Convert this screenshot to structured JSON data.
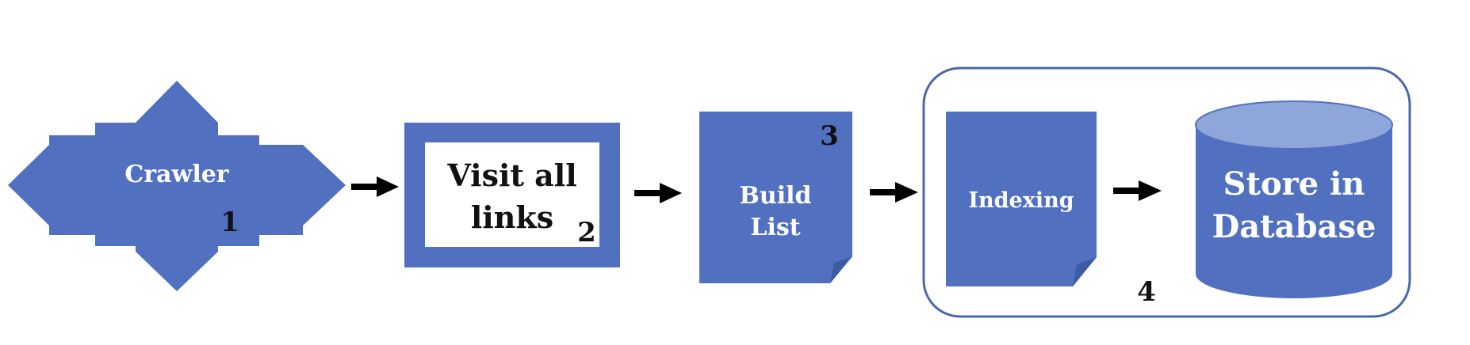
{
  "colors": {
    "shape_fill": "#5170C0",
    "shape_stroke": "#3F5FA8",
    "cylinder_top": "#8FA6DB",
    "fold": "#3D5BA3",
    "group_border": "#4A67B0",
    "arrow": "#000000",
    "text_light": "#ffffff",
    "text_dark": "#111111"
  },
  "steps": [
    {
      "id": "crawler",
      "label": "Crawler",
      "number": "1",
      "shape": "four-way-arrow"
    },
    {
      "id": "visit",
      "label_lines": [
        "Visit all",
        "links"
      ],
      "number": "2",
      "shape": "framed-box"
    },
    {
      "id": "build",
      "label_lines": [
        "Build",
        "List"
      ],
      "number": "3",
      "shape": "page"
    },
    {
      "id": "indexing",
      "label": "Indexing",
      "shape": "page"
    },
    {
      "id": "store",
      "label_lines": [
        "Store in",
        "Database"
      ],
      "shape": "cylinder"
    }
  ],
  "group": {
    "number": "4"
  },
  "arrows": [
    "crawler-to-visit",
    "visit-to-build",
    "build-to-indexing",
    "indexing-to-store"
  ]
}
